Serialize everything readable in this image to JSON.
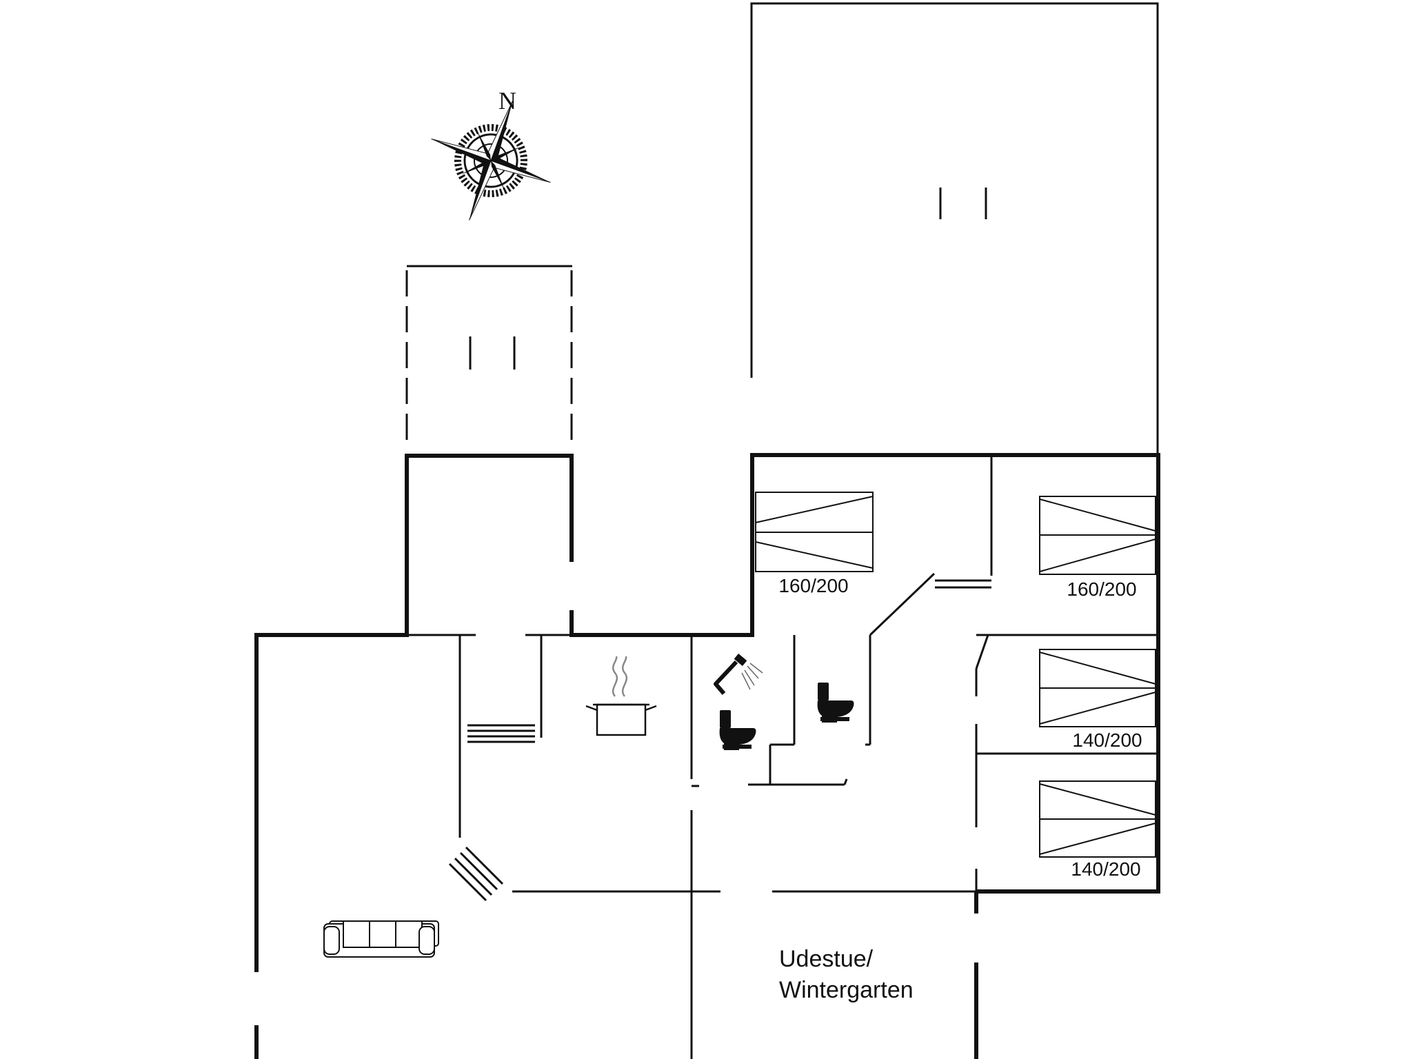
{
  "compass": {
    "north_label": "N"
  },
  "bedrooms": [
    {
      "size": "160/200"
    },
    {
      "size": "160/200"
    },
    {
      "size": "140/200"
    },
    {
      "size": "140/200"
    }
  ],
  "rooms": {
    "conservatory_line1": "Udestue/",
    "conservatory_line2": "Wintergarten"
  },
  "icons": [
    "compass-rose-icon",
    "cooking-pot-icon",
    "shower-icon",
    "toilet-icon",
    "sofa-icon",
    "bed-icon"
  ],
  "colors": {
    "line": "#111111",
    "background": "#ffffff"
  }
}
